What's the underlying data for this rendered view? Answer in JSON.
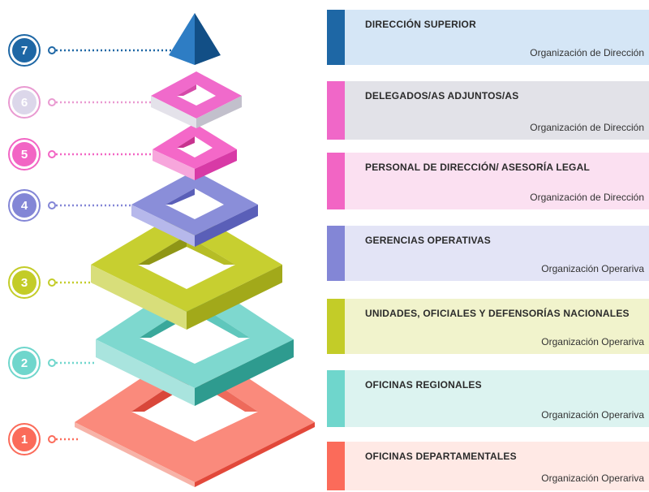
{
  "levels": [
    {
      "num": "1",
      "title": "OFICINAS DEPARTAMENTALES",
      "sub": "Organización Operariva",
      "color": "#fb6b5a",
      "light": "#ffe9e5"
    },
    {
      "num": "2",
      "title": "OFICINAS REGIONALES",
      "sub": "Organización Operariva",
      "color": "#6fd6cc",
      "light": "#dcf3f0"
    },
    {
      "num": "3",
      "title": "UNIDADES, OFICIALES Y DEFENSORÍAS NACIONALES",
      "sub": "Organización Operariva",
      "color": "#c3cc28",
      "light": "#f1f3cc"
    },
    {
      "num": "4",
      "title": "GERENCIAS OPERATIVAS",
      "sub": "Organización Operariva",
      "color": "#8386d6",
      "light": "#e3e4f6"
    },
    {
      "num": "5",
      "title": "PERSONAL DE DIRECCIÓN/ ASESORÍA LEGAL",
      "sub": "Organización de Dirección",
      "color": "#f265c4",
      "light": "#fbe0f1"
    },
    {
      "num": "6",
      "title": "DELEGADOS/AS ADJUNTOS/AS",
      "sub": "Organización de Dirección",
      "color": "#e99ad1",
      "light": "#e2e2e8"
    },
    {
      "num": "7",
      "title": "DIRECCIÓN SUPERIOR",
      "sub": "Organización de Dirección",
      "color": "#1e67a5",
      "light": "#d5e6f6"
    }
  ]
}
